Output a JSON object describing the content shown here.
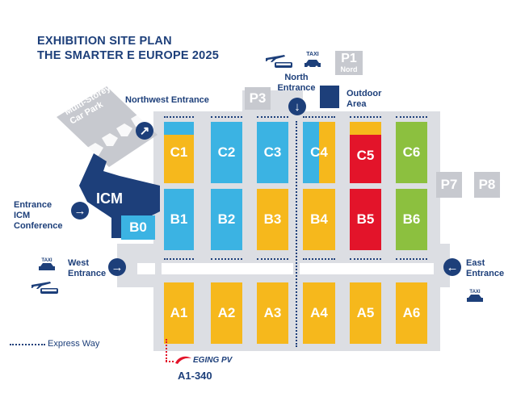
{
  "title": {
    "line1": "EXHIBITION SITE PLAN",
    "line2": "THE SMARTER E EUROPE 2025"
  },
  "entrances": {
    "north": "North Entrance",
    "northwest": "Northwest Entrance",
    "west": "West Entrance",
    "east": "East Entrance",
    "icm": "Entrance ICM Conference"
  },
  "parking": {
    "p1": "P1",
    "p1_sub": "Nord",
    "p3": "P3",
    "p7": "P7",
    "p8": "P8"
  },
  "carpark": "Multi-Storey Car Park",
  "outdoor": "Outdoor Area",
  "icm": "ICM",
  "halls": {
    "c1": "C1",
    "c2": "C2",
    "c3": "C3",
    "c4": "C4",
    "c5": "C5",
    "c6": "C6",
    "b0": "B0",
    "b1": "B1",
    "b2": "B2",
    "b3": "B3",
    "b4": "B4",
    "b5": "B5",
    "b6": "B6",
    "a1": "A1",
    "a2": "A2",
    "a3": "A3",
    "a4": "A4",
    "a5": "A5",
    "a6": "A6"
  },
  "legend": {
    "express": "Express Way"
  },
  "exhibitor": {
    "brand": "EGING PV",
    "booth": "A1-340"
  },
  "taxi": "TAXI",
  "colors": {
    "navy": "#1d3f7a",
    "yellow": "#f6b81c",
    "blue": "#3bb3e3",
    "red": "#e3142a",
    "green": "#8cc03f",
    "gray": "#c7c9cf"
  }
}
